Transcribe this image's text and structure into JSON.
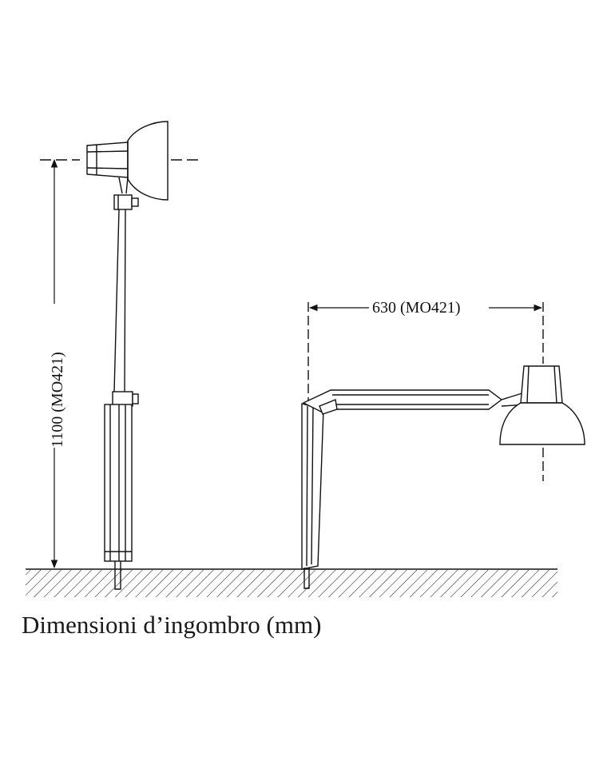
{
  "dimensions": {
    "height_label": "1100 (MO421)",
    "reach_label": "630 (MO421)"
  },
  "caption": "Dimensioni d’ingombro (mm)",
  "colors": {
    "ink": "#111111",
    "background": "#ffffff"
  }
}
